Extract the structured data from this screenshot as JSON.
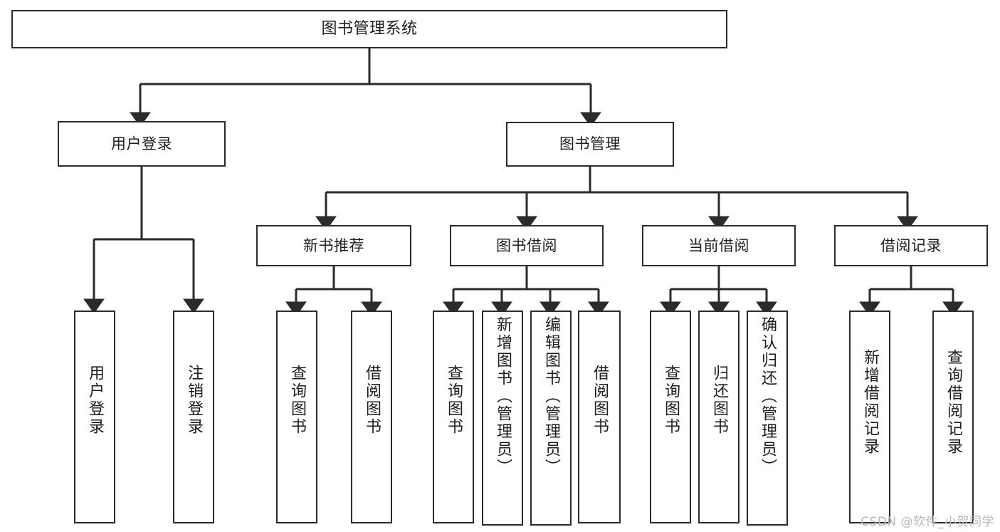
{
  "diagram": {
    "type": "tree",
    "title": "图书管理系统",
    "root": {
      "id": "root",
      "label": "图书管理系统"
    },
    "level1": [
      {
        "id": "user-login",
        "label": "用户登录"
      },
      {
        "id": "book-management",
        "label": "图书管理"
      }
    ],
    "level2": [
      {
        "id": "new-book-recommend",
        "label": "新书推荐",
        "parent": "book-management"
      },
      {
        "id": "book-borrow",
        "label": "图书借阅",
        "parent": "book-management"
      },
      {
        "id": "current-borrow",
        "label": "当前借阅",
        "parent": "book-management"
      },
      {
        "id": "borrow-record",
        "label": "借阅记录",
        "parent": "book-management"
      }
    ],
    "leaves": {
      "user_login": [
        {
          "id": "leaf-user-login",
          "label": "用户登录"
        },
        {
          "id": "leaf-user-logout",
          "label": "注销登录"
        }
      ],
      "new_book_recommend": [
        {
          "id": "leaf-query-book-1",
          "label": "查询图书"
        },
        {
          "id": "leaf-borrow-book-1",
          "label": "借阅图书"
        }
      ],
      "book_borrow": [
        {
          "id": "leaf-query-book-2",
          "label": "查询图书"
        },
        {
          "id": "leaf-add-book",
          "label": "新增图书（管理员）"
        },
        {
          "id": "leaf-edit-book",
          "label": "编辑图书（管理员）"
        },
        {
          "id": "leaf-borrow-book-2",
          "label": "借阅图书"
        }
      ],
      "current_borrow": [
        {
          "id": "leaf-query-book-3",
          "label": "查询图书"
        },
        {
          "id": "leaf-return-book",
          "label": "归还图书"
        },
        {
          "id": "leaf-confirm-return",
          "label": "确认归还（管理员）"
        }
      ],
      "borrow_record": [
        {
          "id": "leaf-add-record",
          "label": "新增借阅记录"
        },
        {
          "id": "leaf-query-record",
          "label": "查询借阅记录"
        }
      ]
    }
  },
  "watermark": {
    "text": "CSDN @软件_小贺同学"
  },
  "colors": {
    "stroke": "#2b2b2b",
    "text": "#1d1d1d",
    "background": "#ffffff",
    "watermark": "#b9b9b9"
  }
}
